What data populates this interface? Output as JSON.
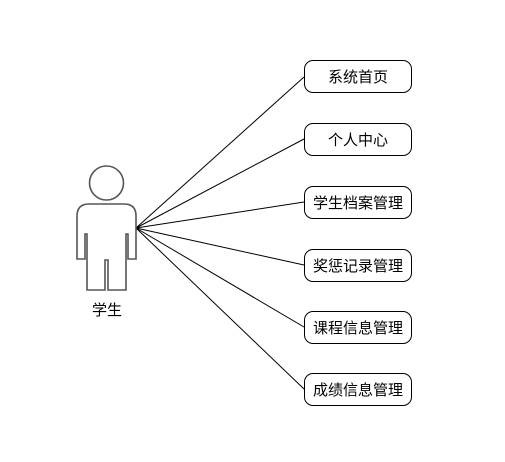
{
  "actor": {
    "label": "学生"
  },
  "use_cases": [
    {
      "label": "系统首页"
    },
    {
      "label": "个人中心"
    },
    {
      "label": "学生档案管理"
    },
    {
      "label": "奖惩记录管理"
    },
    {
      "label": "课程信息管理"
    },
    {
      "label": "成绩信息管理"
    }
  ],
  "colors": {
    "stroke": "#000000",
    "actor_stroke": "#555555",
    "background": "#ffffff"
  }
}
